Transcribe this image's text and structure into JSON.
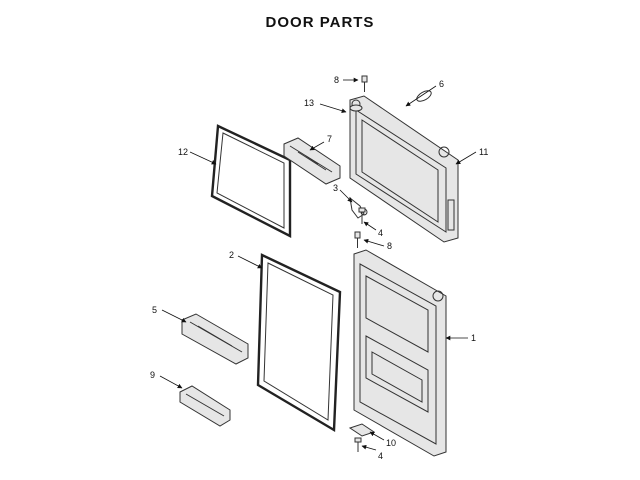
{
  "title": "DOOR PARTS",
  "callouts": {
    "c1": "1",
    "c2": "2",
    "c3": "3",
    "c4a": "4",
    "c4b": "4",
    "c5": "5",
    "c6": "6",
    "c7": "7",
    "c8a": "8",
    "c8b": "8",
    "c9": "9",
    "c10": "10",
    "c11": "11",
    "c12": "12",
    "c13": "13"
  }
}
